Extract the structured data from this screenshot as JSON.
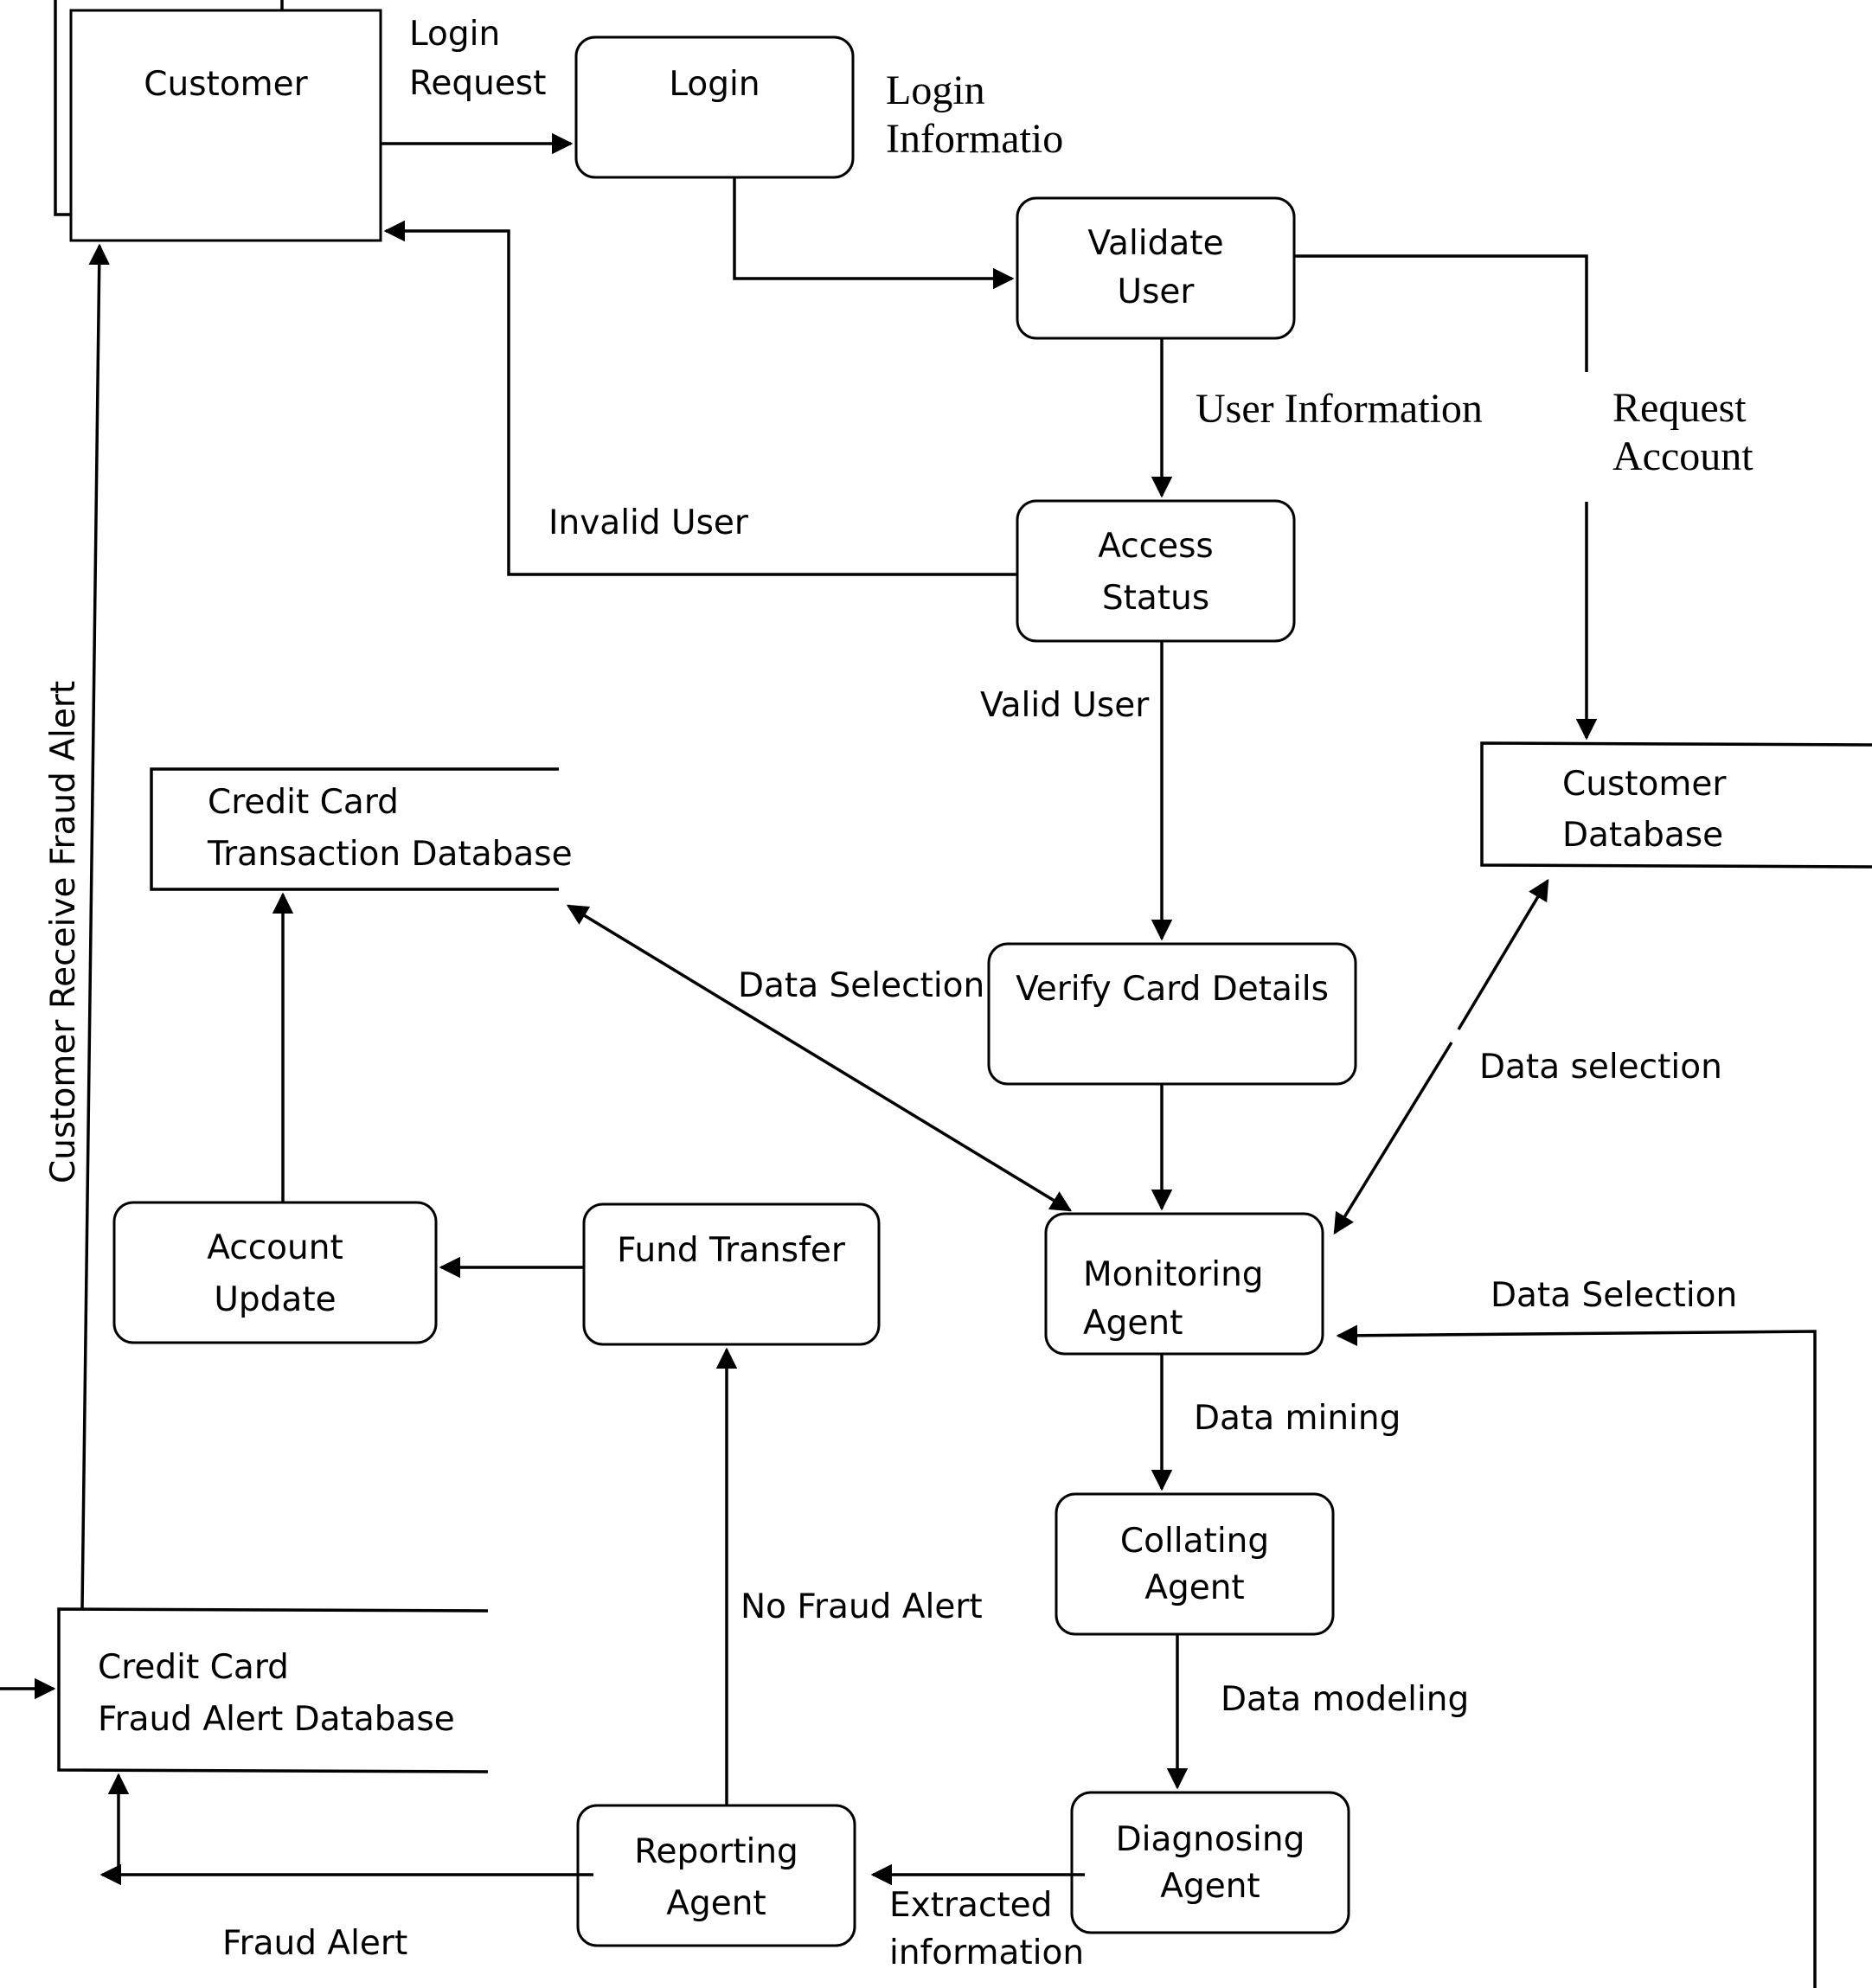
{
  "nodes": {
    "customer": "Customer",
    "login": "Login",
    "validate_user": [
      "Validate",
      "User"
    ],
    "access_status": [
      "Access",
      "Status"
    ],
    "verify_card": "Verify Card Details",
    "monitoring_agent": [
      "Monitoring",
      "Agent"
    ],
    "collating_agent": [
      "Collating",
      "Agent"
    ],
    "diagnosing_agent": [
      "Diagnosing",
      "Agent"
    ],
    "reporting_agent": [
      "Reporting",
      "Agent"
    ],
    "fund_transfer": "Fund Transfer",
    "account_update": [
      "Account",
      "Update"
    ]
  },
  "stores": {
    "transaction_db": [
      "Credit Card",
      "Transaction Database"
    ],
    "customer_db": [
      "Customer",
      "Database"
    ],
    "fraud_alert_db": [
      "Credit Card",
      "Fraud Alert Database"
    ]
  },
  "flows": {
    "login_request": [
      "Login",
      "Request"
    ],
    "login_information": [
      "Login",
      "Informatio"
    ],
    "user_information": "User Information",
    "request_account": [
      "Request",
      "Account"
    ],
    "invalid_user": "Invalid User",
    "valid_user": "Valid User",
    "data_selection_left": "Data Selection",
    "data_selection_right": "Data selection",
    "data_selection_bottom": "Data Selection",
    "data_mining": "Data mining",
    "data_modeling": "Data modeling",
    "extracted_information": [
      "Extracted",
      "information"
    ],
    "no_fraud_alert": "No Fraud Alert",
    "fraud_alert": "Fraud Alert",
    "customer_receive_fraud_alert": "Customer Receive Fraud Alert"
  }
}
